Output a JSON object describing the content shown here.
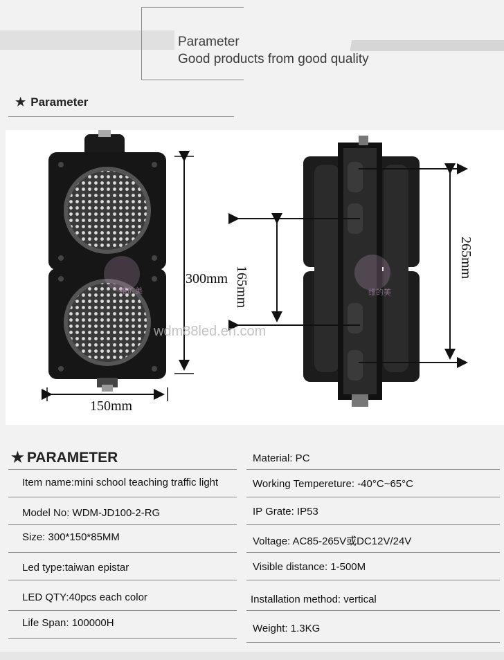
{
  "header": {
    "line1": "Parameter",
    "line2": "Good products from good quality"
  },
  "section": {
    "star": "★",
    "title": "Parameter"
  },
  "diagram": {
    "dim_height": "300mm",
    "dim_width": "150mm",
    "dim_mount": "165mm",
    "dim_back": "265mm",
    "watermark": "wdm88led.en.com",
    "logo_text": "维的美"
  },
  "params": {
    "star": "★",
    "title": "PARAMETER",
    "left": [
      "Item name:mini school teaching traffic light",
      "Model No:  WDM-JD100-2-RG",
      "Size:  300*150*85MM",
      "Led type:taiwan epistar",
      "LED QTY:40pcs each color",
      "Life Span:  100000H"
    ],
    "right": [
      "Material:  PC",
      "Working Tempereture:  -40°C~65°C",
      "IP Grate:  IP53",
      "Voltage:  AC85-265V或DC12V/24V",
      "Visible distance:  1-500M",
      "Installation method: vertical",
      "Weight:  1.3KG"
    ]
  }
}
